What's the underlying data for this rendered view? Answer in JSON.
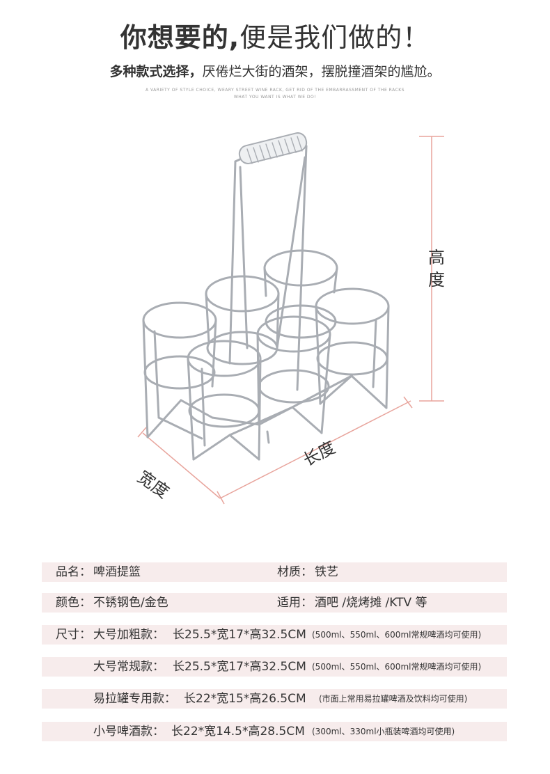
{
  "header": {
    "headline_bold": "你想要的,",
    "headline_rest": "便是我们做的！",
    "subline_bold": "多种款式选择，",
    "subline_rest": "厌倦烂大街的酒架，摆脱撞酒架的尴尬。",
    "english_line1": "A VARIETY OF STYLE CHOICE, WEARY STREET WINE RACK, GET RID OF THE EMBARRASSMENT OF THE RACKS",
    "english_line2": "WHAT YOU WANT IS WHAT WE DO!"
  },
  "dimensions": {
    "height": "高度",
    "length": "长度",
    "width": "宽度"
  },
  "colors": {
    "accent_line": "#e8a49c",
    "row_background": "#f7ecec",
    "wire": "#a9adb3"
  },
  "specs": {
    "name_label": "品名：",
    "name_value": "啤酒提篮",
    "material_label": "材质：",
    "material_value": "铁艺",
    "color_label": "颜色：",
    "color_value": "不锈钢色/金色",
    "usage_label": "适用：",
    "usage_value": "酒吧 /烧烤摊 /KTV 等",
    "size_label": "尺寸：",
    "sizes": [
      {
        "name": "大号加粗款：",
        "dims": "长25.5*宽17*高32.5CM",
        "note": "(500ml、550ml、600ml常规啤酒均可使用)"
      },
      {
        "name": "大号常规款：",
        "dims": "长25.5*宽17*高32.5CM",
        "note": "(500ml、550ml、600ml常规啤酒均可使用)"
      },
      {
        "name": "易拉罐专用款：",
        "dims": "长22*宽15*高26.5CM",
        "note": "(市面上常用易拉罐啤酒及饮料均可使用)"
      },
      {
        "name": "小号啤酒款：",
        "dims": "长22*宽14.5*高28.5CM",
        "note": "(300ml、330ml小瓶装啤酒均可使用)"
      }
    ]
  }
}
